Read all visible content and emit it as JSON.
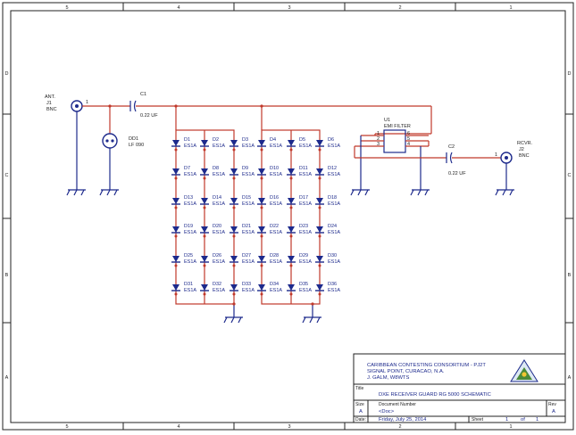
{
  "border": {
    "cols": [
      "5",
      "4",
      "3",
      "2",
      "1"
    ],
    "rows": [
      "D",
      "C",
      "B",
      "A"
    ]
  },
  "ant": {
    "name": "ANT.",
    "ref": "J1",
    "type": "BNC",
    "pin": "1"
  },
  "rcvr": {
    "name": "RCVR.",
    "ref": "J2",
    "type": "BNC",
    "pin": "1"
  },
  "c1": {
    "ref": "C1",
    "value": "0.22 UF"
  },
  "c2": {
    "ref": "C2",
    "value": "0.22 UF"
  },
  "dd1": {
    "ref": "DD1",
    "value": "LF 090"
  },
  "u1": {
    "ref": "U1",
    "value": "EMI FILTER",
    "pins": [
      "1",
      "2",
      "3",
      "6",
      "5",
      "4"
    ]
  },
  "diode_part": "ES1A",
  "diodes": [
    [
      "D1",
      "D2",
      "D3",
      "D4",
      "D5",
      "D6"
    ],
    [
      "D7",
      "D8",
      "D9",
      "D10",
      "D11",
      "D12"
    ],
    [
      "D13",
      "D14",
      "D15",
      "D16",
      "D17",
      "D18"
    ],
    [
      "D19",
      "D20",
      "D21",
      "D22",
      "D23",
      "D24"
    ],
    [
      "D25",
      "D26",
      "D27",
      "D28",
      "D29",
      "D30"
    ],
    [
      "D31",
      "D32",
      "D33",
      "D34",
      "D35",
      "D36"
    ]
  ],
  "title_block": {
    "org1": "CARIBBEAN CONTESTING CONSORTIUM - PJ2T",
    "org2": "SIGNAL POINT, CURACAO, N.A.",
    "org3": "J. GALM, W8WTS",
    "title_label": "Title",
    "title": "DXE RECEIVER GUARD RG 5000 SCHEMATIC",
    "size_label": "Size",
    "size": "A",
    "docnum_label": "Document Number",
    "docnum": "<Doc>",
    "rev_label": "Rev",
    "rev": "A",
    "date_label": "Date:",
    "date": "Friday, July 25, 2014",
    "sheet_label": "Sheet",
    "sheet_num": "1",
    "sheet_of": "of",
    "sheet_total": "1"
  },
  "colors": {
    "wire": "#c0392b",
    "part": "#1d2a8c",
    "frame": "#222222"
  }
}
